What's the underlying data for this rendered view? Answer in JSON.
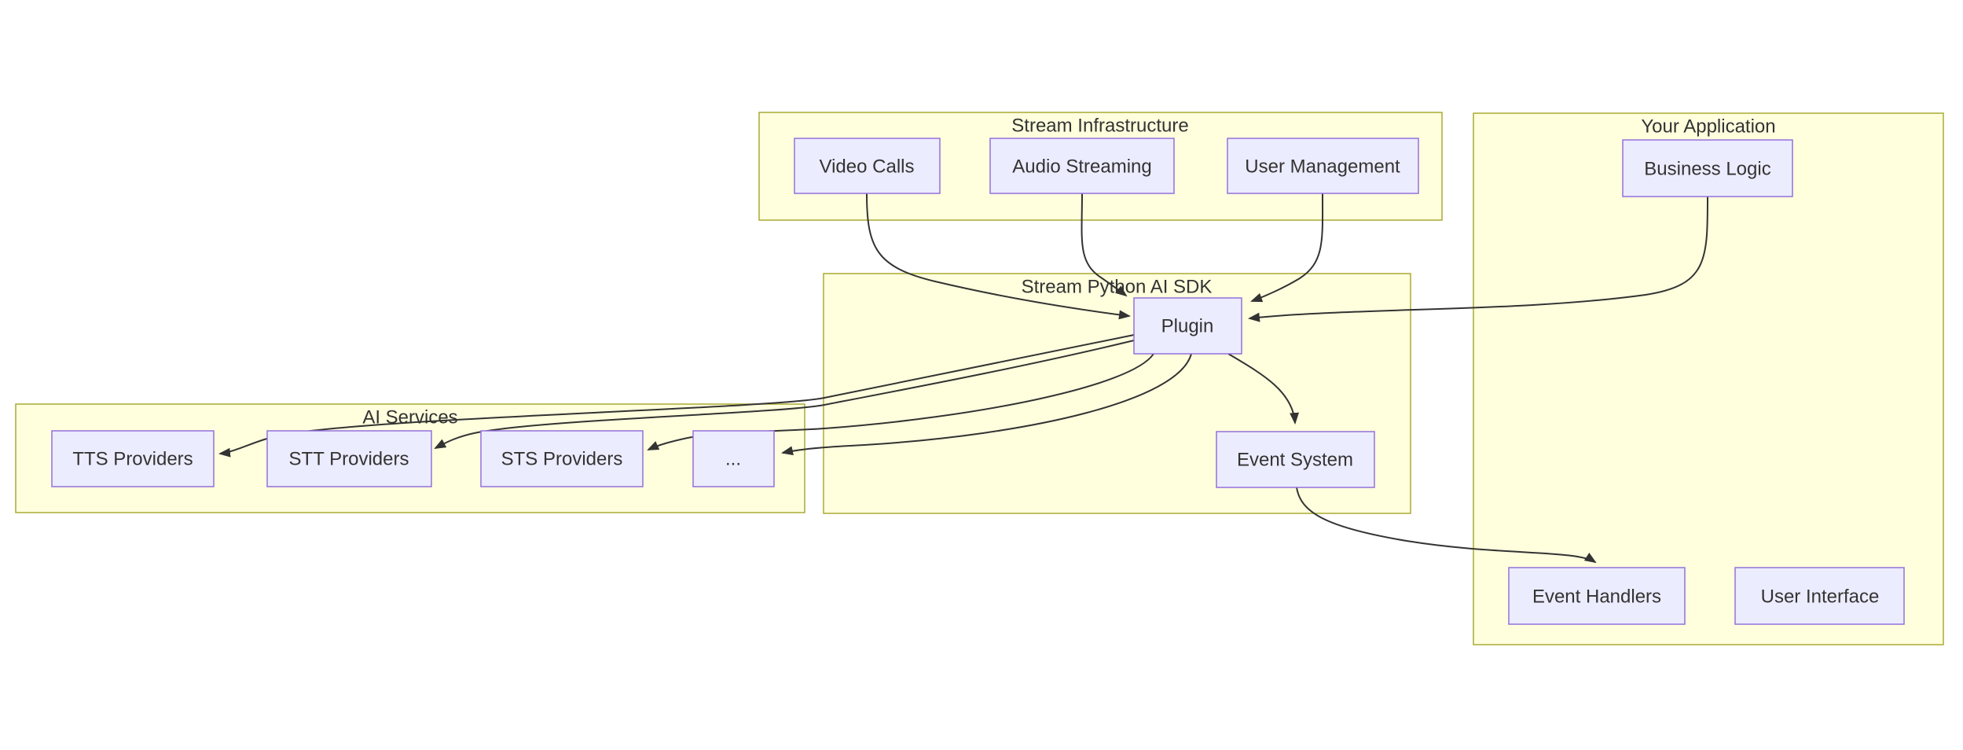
{
  "diagram": {
    "type": "flowchart",
    "colors": {
      "cluster_fill": "#ffffde",
      "cluster_border": "#aaaa33",
      "node_fill": "#ececff",
      "node_border": "#9370db",
      "edge": "#333333",
      "text": "#333333",
      "background": "#ffffff"
    },
    "clusters": {
      "infra": {
        "title": "Stream Infrastructure"
      },
      "sdk": {
        "title": "Stream Python AI SDK"
      },
      "app": {
        "title": "Your Application"
      },
      "ai": {
        "title": "AI Services"
      }
    },
    "nodes": {
      "video_calls": {
        "label": "Video Calls",
        "cluster": "Stream Infrastructure"
      },
      "audio_streaming": {
        "label": "Audio Streaming",
        "cluster": "Stream Infrastructure"
      },
      "user_management": {
        "label": "User Management",
        "cluster": "Stream Infrastructure"
      },
      "business_logic": {
        "label": "Business Logic",
        "cluster": "Your Application"
      },
      "plugin": {
        "label": "Plugin",
        "cluster": "Stream Python AI SDK"
      },
      "event_system": {
        "label": "Event System",
        "cluster": "Stream Python AI SDK"
      },
      "event_handlers": {
        "label": "Event Handlers",
        "cluster": "Your Application"
      },
      "user_interface": {
        "label": "User Interface",
        "cluster": "Your Application"
      },
      "tts_providers": {
        "label": "TTS Providers",
        "cluster": "AI Services"
      },
      "stt_providers": {
        "label": "STT Providers",
        "cluster": "AI Services"
      },
      "sts_providers": {
        "label": "STS Providers",
        "cluster": "AI Services"
      },
      "more_providers": {
        "label": "...",
        "cluster": "AI Services"
      }
    },
    "edges": [
      {
        "from": "Video Calls",
        "to": "Plugin"
      },
      {
        "from": "Audio Streaming",
        "to": "Plugin"
      },
      {
        "from": "User Management",
        "to": "Plugin"
      },
      {
        "from": "Business Logic",
        "to": "Plugin"
      },
      {
        "from": "Plugin",
        "to": "TTS Providers"
      },
      {
        "from": "Plugin",
        "to": "STT Providers"
      },
      {
        "from": "Plugin",
        "to": "STS Providers"
      },
      {
        "from": "Plugin",
        "to": "..."
      },
      {
        "from": "Plugin",
        "to": "Event System"
      },
      {
        "from": "Event System",
        "to": "Event Handlers"
      }
    ]
  }
}
